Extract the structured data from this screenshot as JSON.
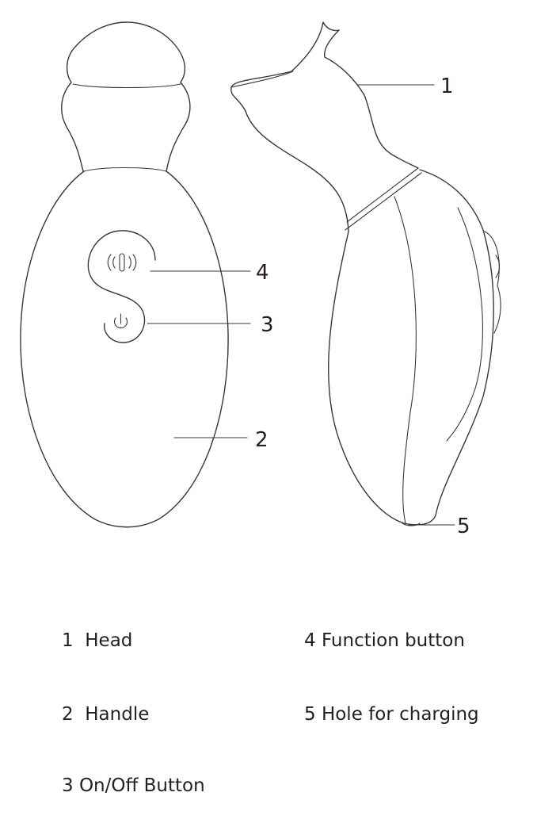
{
  "callouts": {
    "head": "1",
    "handle": "2",
    "power": "3",
    "function": "4",
    "charging": "5"
  },
  "legend_left": [
    "1  Head",
    "2  Handle",
    "3 On/Off Button"
  ],
  "legend_right": [
    "4 Function button",
    "5 Hole for charging"
  ],
  "icons": {
    "vibration": "vibration-icon",
    "power": "power-icon"
  },
  "colors": {
    "stroke": "#3a3738",
    "text": "#231f20",
    "background": "#ffffff"
  }
}
